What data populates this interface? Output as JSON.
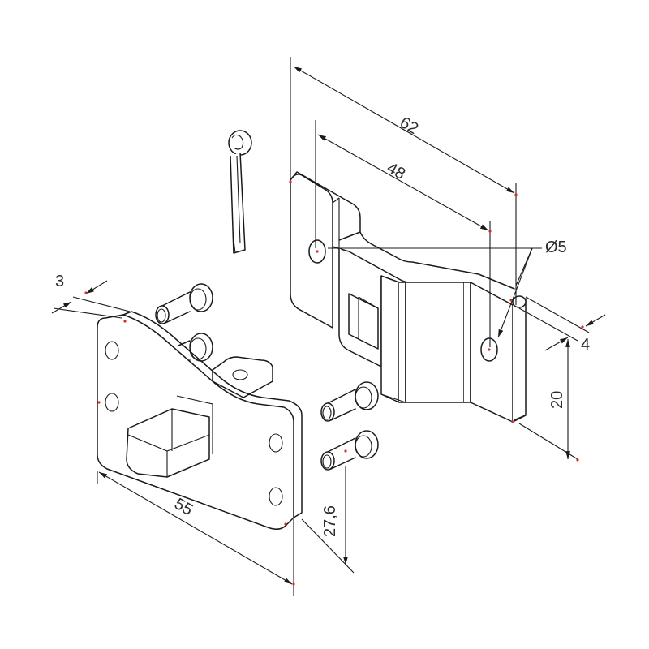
{
  "drawing": {
    "type": "isometric technical drawing",
    "subject": "hinge bracket assembly with pins and cotter pin",
    "line_color": "#1a1a1a",
    "marker_color": "#d32f2f",
    "background": "#ffffff"
  },
  "components": [
    {
      "name": "cotter-pin",
      "label": "Cotter pin"
    },
    {
      "name": "angle-bracket",
      "label": "Angled mounting bracket"
    },
    {
      "name": "base-plate",
      "label": "Base plate with square boss"
    },
    {
      "name": "pin-top-left-1",
      "label": "Headed pin"
    },
    {
      "name": "pin-top-left-2",
      "label": "Headed pin"
    },
    {
      "name": "pin-bottom-right-1",
      "label": "Headed pin"
    },
    {
      "name": "pin-bottom-right-2",
      "label": "Headed pin"
    }
  ],
  "dimensions": {
    "d62": "62",
    "d48": "48",
    "hole": "Ø5",
    "d4": "4",
    "d20": "20",
    "d3": "3",
    "d55": "55",
    "d27_6": "27,6"
  }
}
